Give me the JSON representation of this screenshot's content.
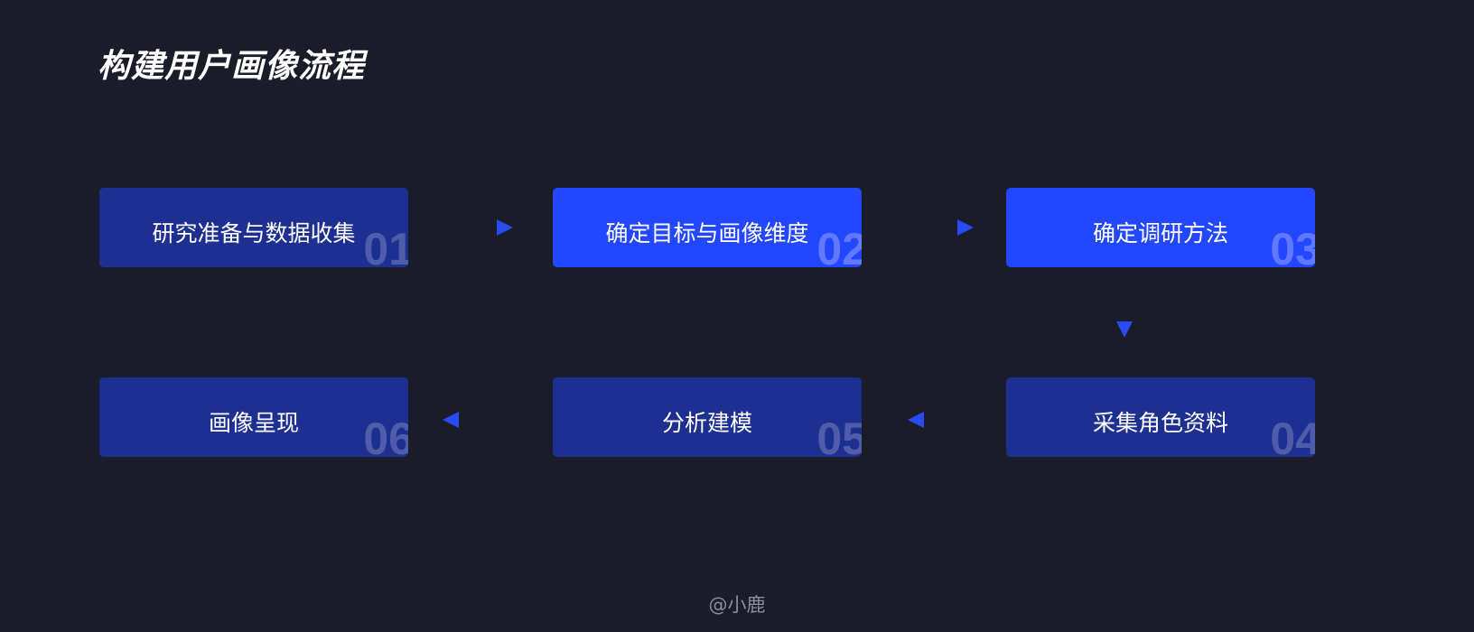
{
  "title": "构建用户画像流程",
  "steps": [
    {
      "label": "研究准备与数据收集",
      "num": "01"
    },
    {
      "label": "确定目标与画像维度",
      "num": "02"
    },
    {
      "label": "确定调研方法",
      "num": "03"
    },
    {
      "label": "采集角色资料",
      "num": "04"
    },
    {
      "label": "分析建模",
      "num": "05"
    },
    {
      "label": "画像呈现",
      "num": "06"
    }
  ],
  "footer": "@小鹿",
  "colors": {
    "background": "#1a1d29",
    "step_dim": "#1e2f92",
    "step_bright": "#2346ff",
    "arrow": "#2b4bf2"
  }
}
